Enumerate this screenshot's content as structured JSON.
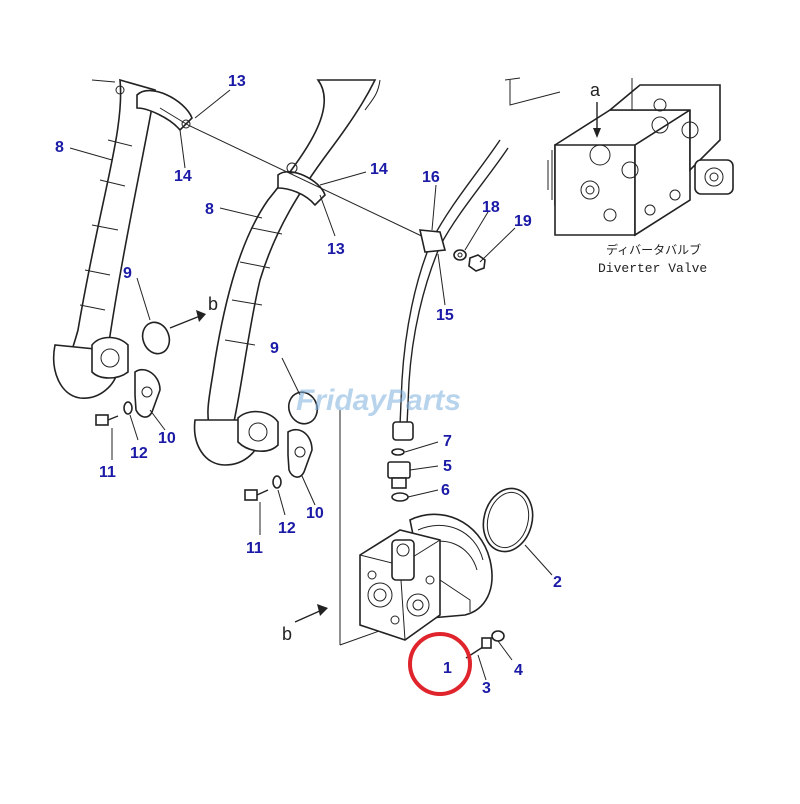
{
  "diagram": {
    "part_numbers": {
      "p1": "1",
      "p2": "2",
      "p3": "3",
      "p4": "4",
      "p5": "5",
      "p6": "6",
      "p7": "7",
      "p8a": "8",
      "p8b": "8",
      "p9a": "9",
      "p9b": "9",
      "p10a": "10",
      "p10b": "10",
      "p11a": "11",
      "p11b": "11",
      "p12a": "12",
      "p12b": "12",
      "p13a": "13",
      "p13b": "13",
      "p14a": "14",
      "p14b": "14",
      "p15": "15",
      "p16": "16",
      "p18": "18",
      "p19": "19"
    },
    "view_refs": {
      "a": "a",
      "b1": "b",
      "b2": "b"
    },
    "inset": {
      "caption_jp": "ディバータバルブ",
      "caption_en": "Diverter Valve"
    },
    "watermark": "FridayParts",
    "highlight_color": "#e0242b",
    "label_color": "#1a1aa6"
  }
}
